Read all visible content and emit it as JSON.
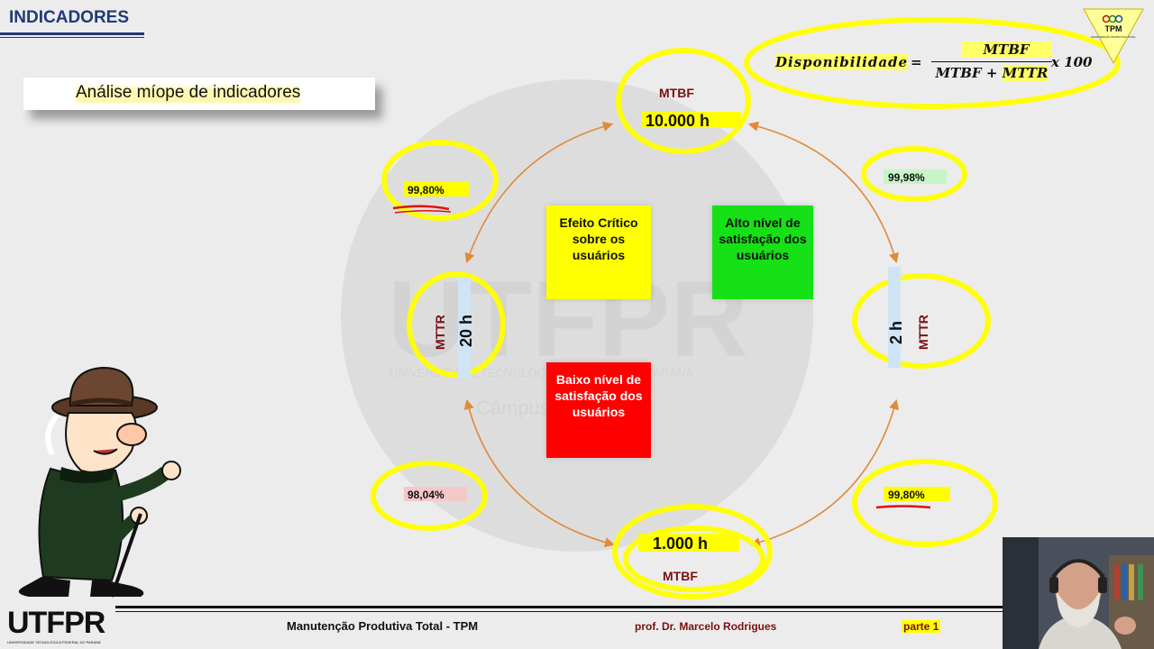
{
  "header": {
    "title": "INDICADORES"
  },
  "subtitle": "Análise míope de indicadores",
  "watermark": {
    "brand": "UTFPR",
    "university": "UNIVERSIDADE TECNOLÓGICA FEDERAL DO PARANÁ",
    "campus": "Câmpus Curitiba"
  },
  "formula": {
    "lhs": "Disponibilidade",
    "equals": "=",
    "numerator": "MTBF",
    "denominator_left": "MTBF + ",
    "denominator_right": "MTTR",
    "multiplier": "x 100"
  },
  "cycle": {
    "top": {
      "label": "MTBF",
      "value": "10.000 h"
    },
    "bottom": {
      "label": "MTBF",
      "value": "1.000 h"
    },
    "left": {
      "label": "MTTR",
      "value": "20 h"
    },
    "right": {
      "label": "MTTR",
      "value": "2 h"
    },
    "availability_top_left": "99,80%",
    "availability_top_right": "99,98%",
    "availability_bottom_left": "98,04%",
    "availability_bottom_right": "99,80%"
  },
  "boxes": {
    "yellow": "Efeito Crítico sobre os usuários",
    "green": "Alto nível de satisfação dos usuários",
    "red": "Baixo nível de satisfação dos usuários"
  },
  "logos": {
    "tpm": "TPM",
    "tpm_small": "MANUTENÇÃO PRODUTIVA TOTAL",
    "utfpr": "UTFPR",
    "utfpr_small": "UNIVERSIDADE TECNOLÓGICA FEDERAL DO PARANÁ"
  },
  "footer": {
    "course": "Manutenção Produtiva Total - TPM",
    "professor": "prof. Dr. Marcelo Rodrigues",
    "part": "parte 1"
  },
  "colors": {
    "title_blue": "#1f3a78",
    "highlight": "#ffff00",
    "arrow": "#e08a3a",
    "mttr_red": "#7a1010"
  }
}
